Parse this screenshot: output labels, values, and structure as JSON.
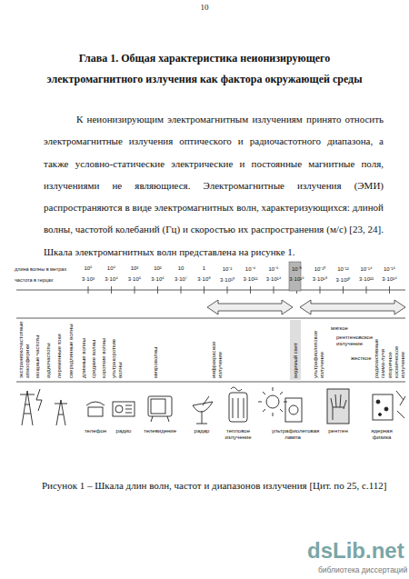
{
  "diagram": {
    "title": "Глава 1. Общая характеристика неионизирующего электромагнитного излучения как фактора окружающей среды",
    "caption": "Рисунок 1 – Шкала длин волн, частот и диапазонов излучения [Цит. по 25, с.112]",
    "nodes": [
      {
        "text": [
          "видимый свет"
        ]
      }
    ],
    "labels": [
      "10",
      "К неионизирующим электромагнитным излучениям принято относить электромагнитные излучения оптического и радиочастотного диапазона, а также условно-статические электрические и постоянные магнитные поля, излучениями не являющиеся. Электромагнитные излучения (ЭМИ) распространяются в виде электромагнитных волн, характеризующихся: длиной волны, частотой колебаний (Гц) и скоростью их распространения (м/с) [23, 24]. Шкала электромагнитных волн представлена на рисунке 1.",
      "длина волны в метрах",
      "частота в герцах",
      "10⁵",
      "10⁴",
      "10³",
      "10²",
      "10",
      "1",
      "10⁻²",
      "10⁻⁴",
      "10⁻⁶",
      "10⁻⁸",
      "10⁻¹⁰",
      "10⁻¹²",
      "10⁻¹⁴",
      "10⁻¹⁶",
      "3·10³",
      "3·10⁴",
      "3·10⁵",
      "3·10⁶",
      "3·10⁷",
      "3·10⁸",
      "3·10¹⁰",
      "3·10¹²",
      "3·10¹⁴",
      "3·10¹⁶",
      "3·10¹⁸",
      "3·10²⁰",
      "3·10²²",
      "3·10²⁴",
      "экстранизкочастотные атмосферики",
      "мощные частоты",
      "аудиочастоты",
      "переменные токи",
      "сверхдлинные волны",
      "длинные волны",
      "средние волны",
      "короткие волны",
      "ультракороткие волны",
      "микроволны",
      "инфракрасное излучение",
      "ультрафиолетовое излучение",
      "мягкое",
      "рентгеновское излучение",
      "жесткое",
      "радиоактивные гамма-лучи",
      "вторичное космическое излучение",
      "телефон",
      "радио",
      "телевидение",
      "радар",
      "тепловое излучение",
      "ультрафиолетовая лампа",
      "рентген",
      "ядерная физика",
      "dsLib.net",
      "библиотека диссертаций"
    ]
  }
}
